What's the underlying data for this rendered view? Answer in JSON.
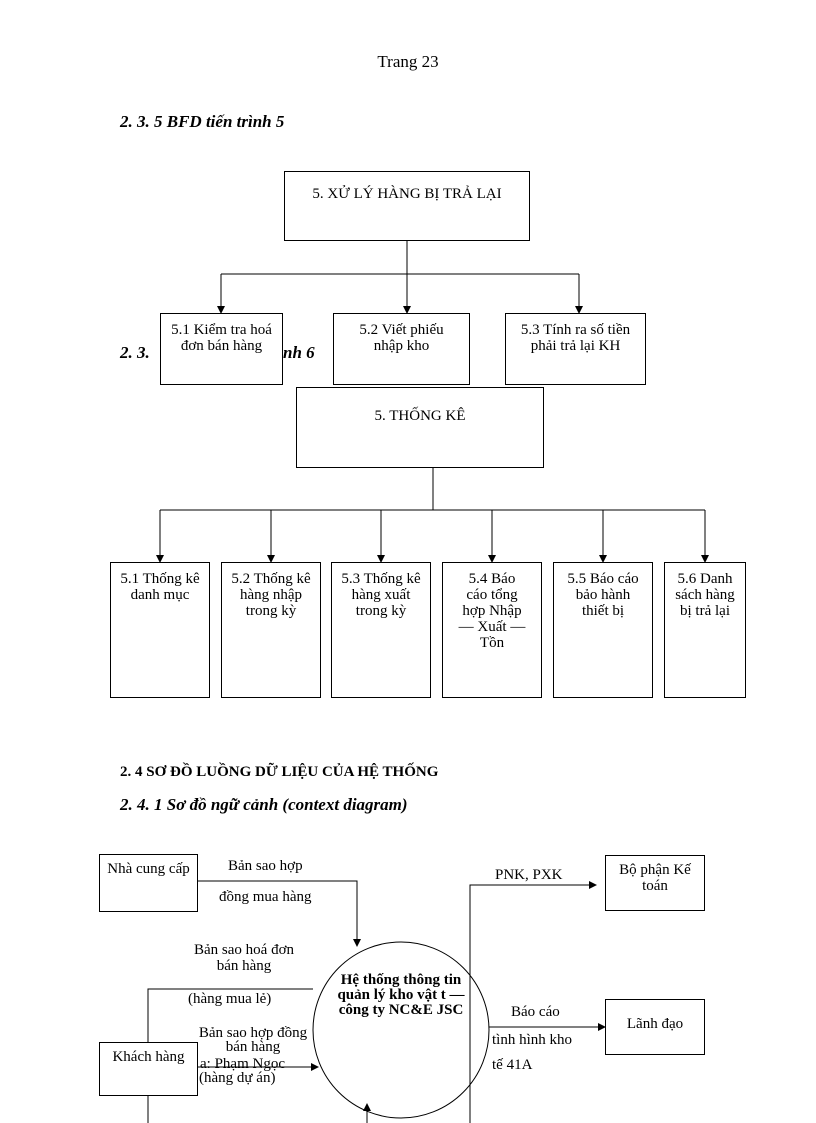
{
  "page": {
    "number_label": "Trang 23"
  },
  "headings": {
    "bfd5": "2. 3. 5 BFD tiến trình 5",
    "bfd6_partial_left": "2. 3.",
    "bfd6_partial_right": "nh 6",
    "dfd": "2. 4 SƠ ĐỒ LUỒNG DỮ LIỆU CỦA HỆ THỐNG",
    "context": "2. 4. 1 Sơ đồ ngữ cảnh (context diagram)"
  },
  "bfd5": {
    "root": "5. XỬ LÝ HÀNG BỊ      TRẢ LẠI",
    "children": [
      "5.1 Kiểm tra hoá đơn bán hàng",
      "5.2 Viết phiếu nhập kho",
      "5.3 Tính ra số tiền phải trả lại KH"
    ]
  },
  "bfd6": {
    "root": "5. THỐNG KÊ",
    "children": [
      "5.1 Thống kê danh mục",
      "5.2 Thống kê hàng nhập trong kỳ",
      "5.3 Thống kê hàng xuất trong kỳ",
      "5.4 Báo cáo tổng hợp Nhập — Xuất — Tồn",
      "5.5 Báo cáo bảo hành thiết bị",
      "5.6 Danh sách hàng bị trả lại"
    ]
  },
  "context": {
    "supplier": "Nhà cung cấp",
    "customer": "Khách hàng",
    "accounting": "Bộ phận Kế toán",
    "leader": "Lãnh đạo",
    "process": "Hệ thống thông tin quản lý kho vật t    — công ty NC&E JSC",
    "flow_contract_1": "Bản sao hợp",
    "flow_contract_2": "đồng mua hàng",
    "flow_invoice": "Bản sao hoá đơn bán hàng",
    "flow_retail": "(hàng mua lẻ)",
    "flow_sale_contract": "Bản sao hợp đồng bán hàng",
    "flow_project": "(hàng dự án)",
    "overlap_text": "a: Phạm Ngọc",
    "flow_pnk": "PNK, PXK",
    "flow_report_1": "Báo cáo",
    "flow_report_2": "tình hình kho",
    "overlap_text_2": "tế 41A"
  }
}
